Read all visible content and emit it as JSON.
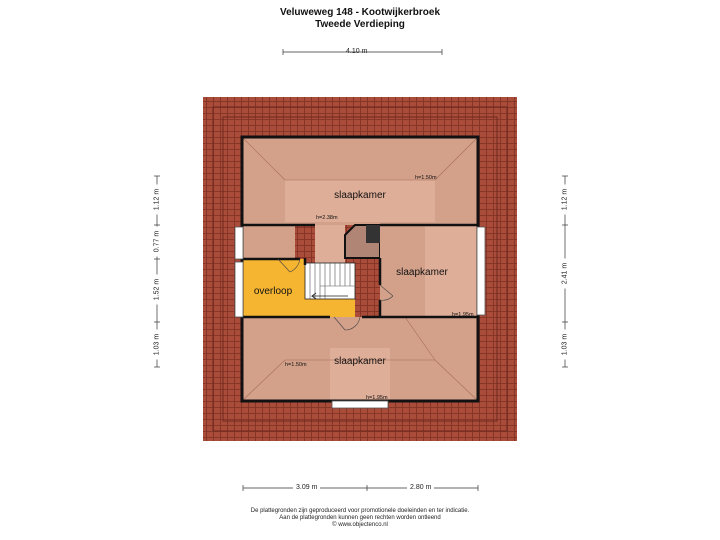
{
  "header": {
    "title": "Veluweweg 148 - Kootwijkerbroek",
    "subtitle": "Tweede Verdieping"
  },
  "dimensions": {
    "top": "4.10 m",
    "bottom_left": "3.09 m",
    "bottom_right": "2.80 m",
    "left": [
      "1.12 m",
      "0.77 m",
      "1.52 m",
      "1.03 m"
    ],
    "right": [
      "1.12 m",
      "2.41 m",
      "1.03 m"
    ]
  },
  "rooms": {
    "slaapkamer_top": "slaapkamer",
    "slaapkamer_right": "slaapkamer",
    "slaapkamer_bottom": "slaapkamer",
    "overloop": "overloop"
  },
  "heights": {
    "h_top": "h=1.50m",
    "h_mid": "h=2.38m",
    "h_right": "h=1.95m",
    "h_bottom_left": "h=1.50m",
    "h_bottom": "h=1.95m"
  },
  "colors": {
    "roof": "#a94c3a",
    "room": "#d3a08a",
    "room_light": "#dfae98",
    "overloop": "#f6b531",
    "wall": "#111111"
  },
  "footer": {
    "line1": "De plattegronden zijn geproduceerd voor promotionele doeleinden en ter indicatie.",
    "line2": "Aan de plattegronden kunnen geen rechten worden ontleend",
    "line3": "© www.objectenco.nl"
  }
}
